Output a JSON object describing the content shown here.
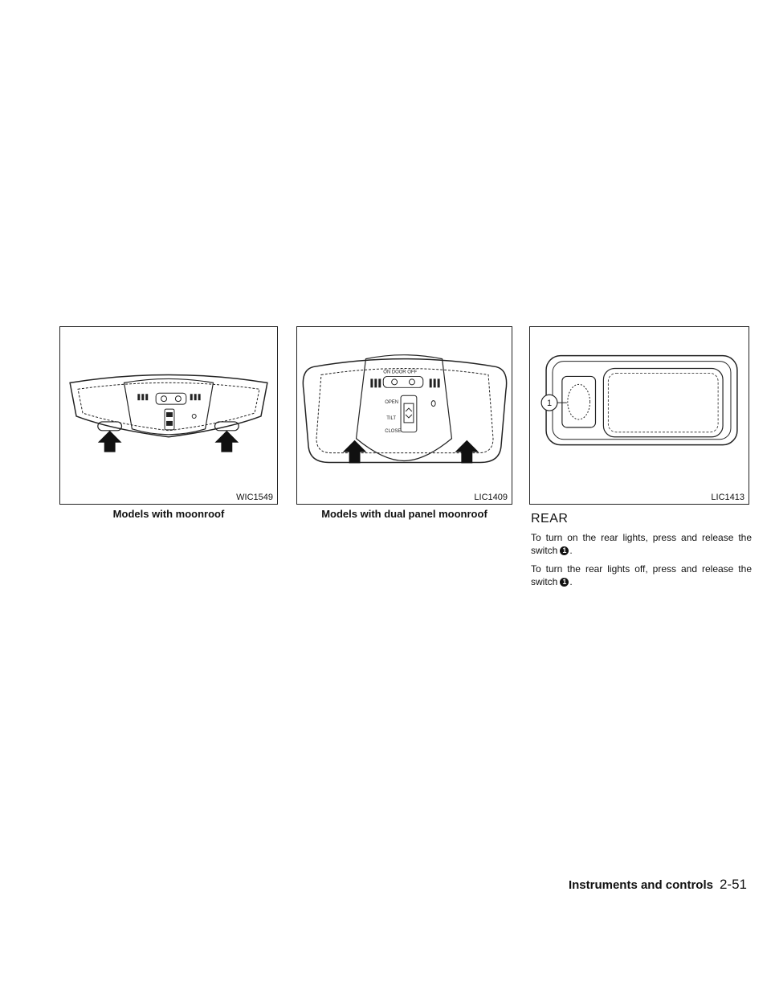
{
  "figures": [
    {
      "code": "WIC1549",
      "caption": "Models with moonroof"
    },
    {
      "code": "LIC1409",
      "caption": "Models with dual panel moonroof"
    },
    {
      "code": "LIC1413",
      "callout": "1"
    }
  ],
  "fig2_labels": {
    "top": "ON  DOOR  OFF",
    "open": "OPEN",
    "tilt": "TILT",
    "close": "CLOSE"
  },
  "section": {
    "title": "REAR",
    "p1_text": "To turn on the rear lights, press and release the switch",
    "p1_ref": "1",
    "p1_end": ".",
    "p2_text": "To turn the rear lights off, press and release the switch",
    "p2_ref": "1",
    "p2_end": "."
  },
  "footer": {
    "section": "Instruments and controls",
    "page": "2-51"
  }
}
